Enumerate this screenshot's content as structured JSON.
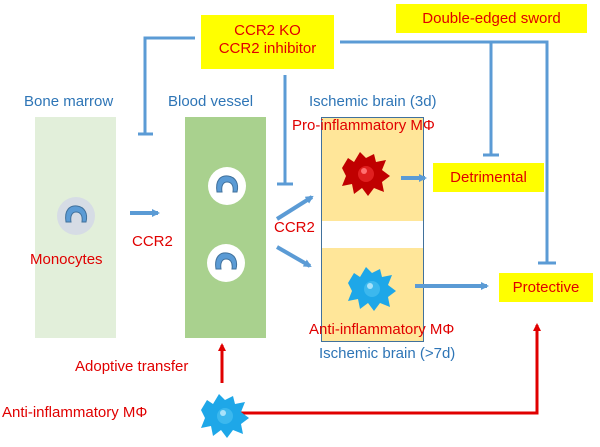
{
  "labels": {
    "bone_marrow": "Bone marrow",
    "blood_vessel": "Blood vessel",
    "ischemic_brain_3d": "Ischemic brain (3d)",
    "pro_inflammatory": "Pro-inflammatory MΦ",
    "anti_inflammatory_brain": "Anti-inflammatory MΦ",
    "ischemic_brain_7d": "Ischemic brain (>7d)",
    "monocytes": "Monocytes",
    "ccr2_left": "CCR2",
    "ccr2_mid": "CCR2",
    "adoptive_transfer": "Adoptive transfer",
    "anti_inflammatory_source": "Anti-inflammatory MΦ"
  },
  "boxes": {
    "ccr2_ko": "CCR2 KO",
    "ccr2_inhibitor": "CCR2 inhibitor",
    "double_edged": "Double-edged sword",
    "detrimental": "Detrimental",
    "protective": "Protective"
  },
  "colors": {
    "label_blue": "#2e75b6",
    "label_red": "#e00000",
    "highlight_yellow": "#ffff00",
    "bone_marrow_fill": "#e2efda",
    "blood_vessel_fill": "#a9d18e",
    "brain_fill": "#ffe699",
    "pro_cell": "#c00000",
    "anti_cell": "#1ea7e8",
    "arrow_blue": "#5b9bd5",
    "arrow_red": "#e00000"
  }
}
